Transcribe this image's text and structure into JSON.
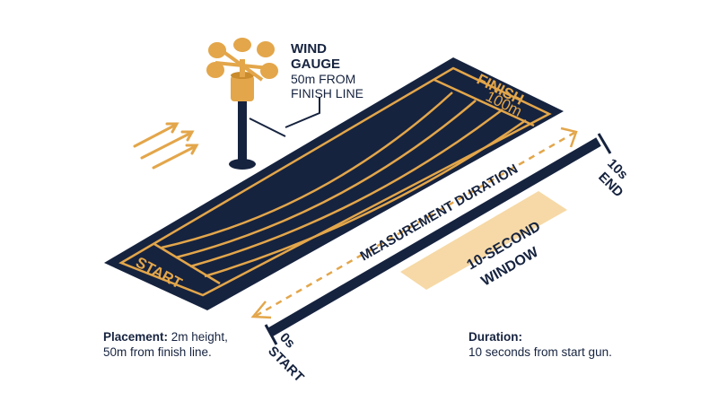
{
  "wind_gauge": {
    "title_line1": "WIND",
    "title_line2": "GAUGE",
    "detail_line1": "50m FROM",
    "detail_line2": "FINISH LINE"
  },
  "track": {
    "start_label": "START",
    "finish_label": "FINISH",
    "distance_label": "100m"
  },
  "timeline": {
    "measurement_label": "MEASUREMENT DURATION",
    "window_line1": "10-SECOND",
    "window_line2": "WINDOW",
    "end_time": "10s",
    "end_label": "END",
    "start_time": "0s",
    "start_label": "START"
  },
  "notes": {
    "placement_label": "Placement:",
    "placement_rest": " 2m height,",
    "placement_line2": "50m from finish line.",
    "duration_label": "Duration:",
    "duration_line2": "10 seconds from start gun."
  },
  "colors": {
    "navy": "#16233f",
    "gold": "#e3a64a",
    "window_fill": "#f6d9a6",
    "gauge_body": "#e3a64a"
  }
}
